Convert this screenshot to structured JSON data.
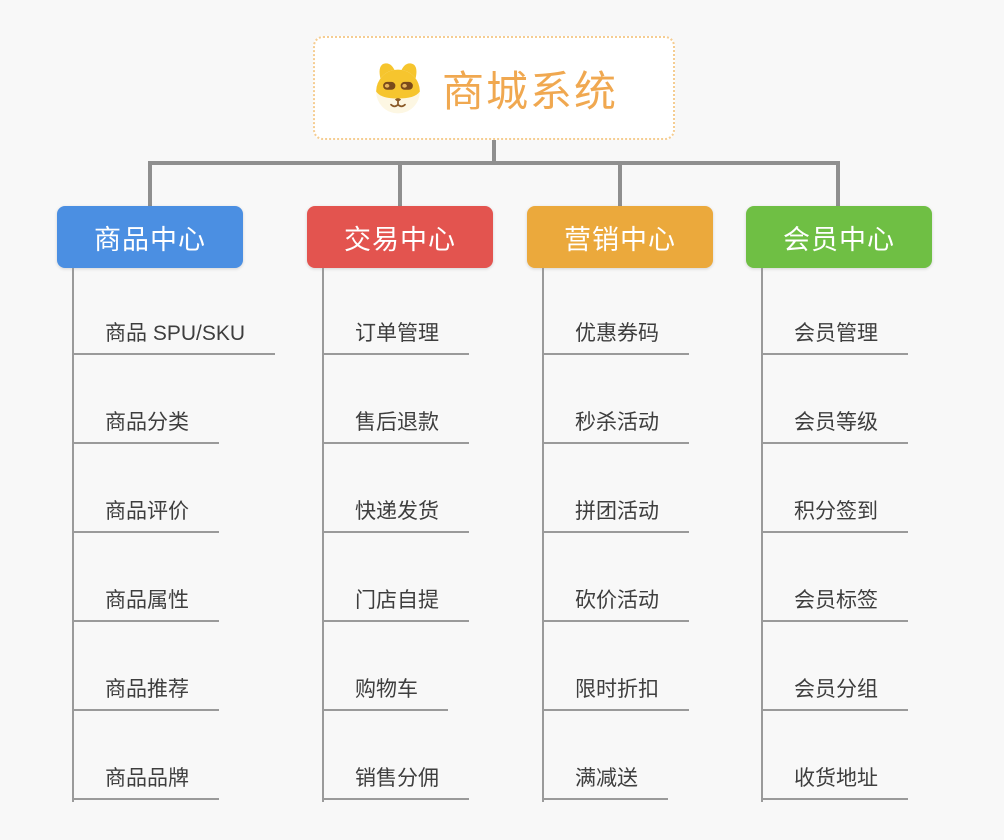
{
  "root": {
    "title": "商城系统",
    "icon": "dog-face-icon"
  },
  "style": {
    "background": "#f8f8f8",
    "connector_color": "#8f8f8f",
    "leaf_line_color": "#9a9a9a",
    "root_text_color": "#f0a850",
    "root_border_color": "#f5cd92",
    "leaf_text_color": "#3e3e3e"
  },
  "branches": [
    {
      "label": "商品中心",
      "color": "#4b8fe2",
      "children": [
        "商品 SPU/SKU",
        "商品分类",
        "商品评价",
        "商品属性",
        "商品推荐",
        "商品品牌"
      ]
    },
    {
      "label": "交易中心",
      "color": "#e3544f",
      "children": [
        "订单管理",
        "售后退款",
        "快递发货",
        "门店自提",
        "购物车",
        "销售分佣"
      ]
    },
    {
      "label": "营销中心",
      "color": "#eba93c",
      "children": [
        "优惠券码",
        "秒杀活动",
        "拼团活动",
        "砍价活动",
        "限时折扣",
        "满减送"
      ]
    },
    {
      "label": "会员中心",
      "color": "#6fbf44",
      "children": [
        "会员管理",
        "会员等级",
        "积分签到",
        "会员标签",
        "会员分组",
        "收货地址"
      ]
    }
  ]
}
